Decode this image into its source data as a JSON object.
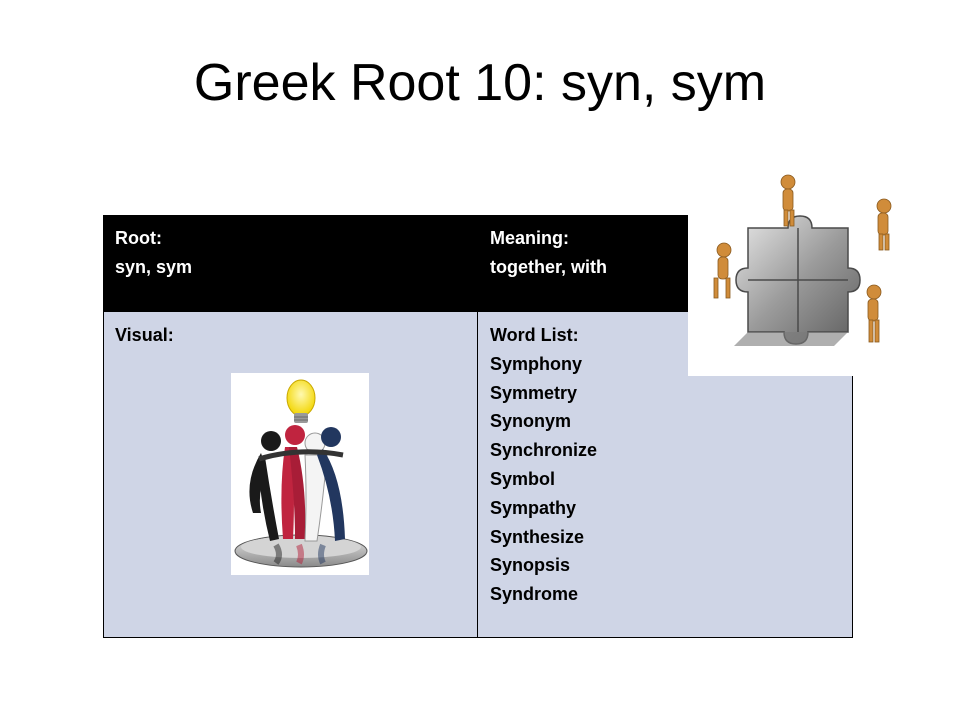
{
  "slide": {
    "title": "Greek Root 10: syn, sym"
  },
  "table": {
    "root": {
      "label": "Root:",
      "value": "syn, sym"
    },
    "meaning": {
      "label": "Meaning:",
      "value": "together, with"
    },
    "visual": {
      "label": "Visual:"
    },
    "word_list": {
      "label": "Word List:",
      "words": [
        "Symphony",
        "Symmetry",
        "Synonym",
        "Synchronize",
        "Symbol",
        "Sympathy",
        "Synthesize",
        "Synopsis",
        "Syndrome"
      ]
    }
  },
  "images": {
    "team_image": "people-huddle-lightbulb-illustration",
    "puzzle_image": "figures-assembling-puzzle-illustration"
  },
  "colors": {
    "header_bg": "#000000",
    "header_text": "#ffffff",
    "body_bg": "#cfd5e6"
  }
}
